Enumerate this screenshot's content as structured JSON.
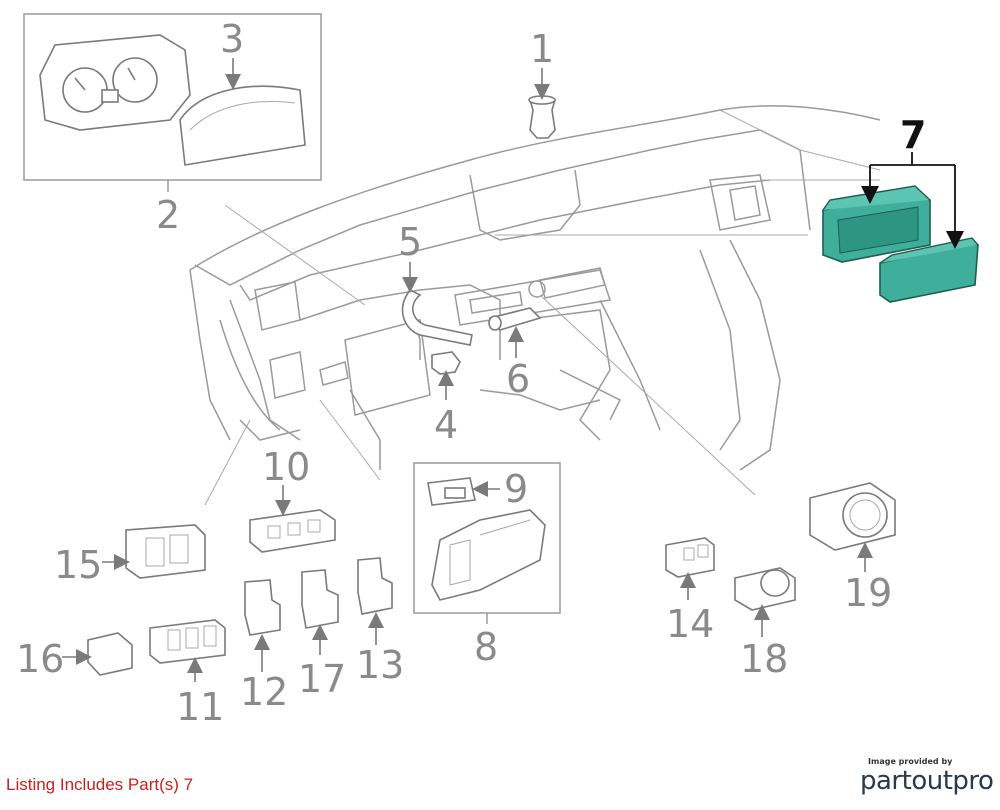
{
  "callouts": {
    "c1": "1",
    "c2": "2",
    "c3": "3",
    "c4": "4",
    "c5": "5",
    "c6": "6",
    "c7": "7",
    "c8": "8",
    "c9": "9",
    "c10": "10",
    "c11": "11",
    "c12": "12",
    "c13": "13",
    "c14": "14",
    "c15": "15",
    "c16": "16",
    "c17": "17",
    "c18": "18",
    "c19": "19"
  },
  "listing_text": "Listing Includes Part(s) 7",
  "credit": {
    "small": "Image provided by",
    "brand": "partoutpro"
  },
  "colors": {
    "highlight": "#3fae9a",
    "listing": "#cc1f1f",
    "callout": "#8a8a8a",
    "line": "#9a9a9a"
  }
}
